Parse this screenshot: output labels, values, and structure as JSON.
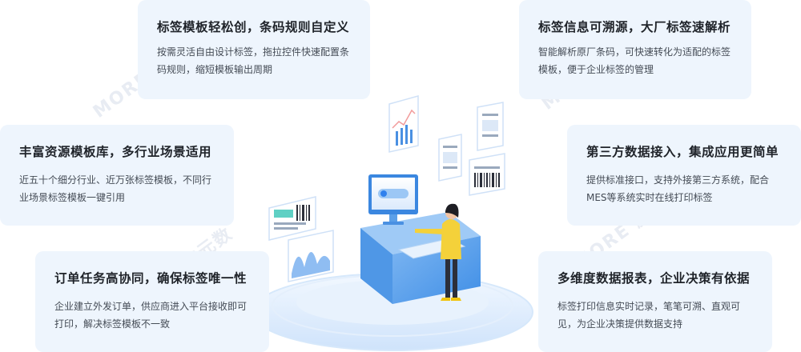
{
  "features": [
    {
      "title": "标签模板轻松创，条码规则自定义",
      "desc": "按需灵活自由设计标签，拖拉控件快速配置条码规则，缩短模板输出周期"
    },
    {
      "title": "丰富资源模板库，多行业场景适用",
      "desc": "近五十个细分行业、近万张标签模板，不同行业场景标签模板一键引用"
    },
    {
      "title": "订单任务高协同，确保标签唯一性",
      "desc": "企业建立外发订单，供应商进入平台接收即可打印，解决标签模板不一致"
    },
    {
      "title": "标签信息可溯源，大厂标签速解析",
      "desc": "智能解析原厂条码，可快速转化为适配的标签模板，便于企业标签的管理"
    },
    {
      "title": "第三方数据接入，集成应用更简单",
      "desc": "提供标准接口，支持外接第三方系统，配合MES等系统实时在线打印标签"
    },
    {
      "title": "多维度数据报表，企业决策有依据",
      "desc": "标签打印信息实时记录，笔笔可溯、直观可见，为企业决策提供数据支持"
    }
  ],
  "watermark": {
    "brand_en": "MORE",
    "brand_cn": "魔尔元数"
  },
  "colors": {
    "card_bg": "#eef5fd",
    "accent": "#2f80ed",
    "platform": "#cfe3fb"
  }
}
